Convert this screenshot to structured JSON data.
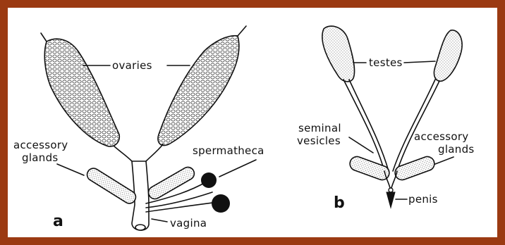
{
  "figure": {
    "panel_a": {
      "letter": "a",
      "labels": {
        "ovaries": "ovaries",
        "accessory_glands_line1": "accessory",
        "accessory_glands_line2": "glands",
        "spermatheca": "spermatheca",
        "vagina": "vagina"
      }
    },
    "panel_b": {
      "letter": "b",
      "labels": {
        "testes": "testes",
        "seminal_vesicles_line1": "seminal",
        "seminal_vesicles_line2": "vesicles",
        "accessory_glands_line1": "accessory",
        "accessory_glands_line2": "glands",
        "penis": "penis"
      }
    }
  },
  "colors": {
    "frame": "#9b3a12",
    "ink": "#111111",
    "background": "#ffffff"
  }
}
